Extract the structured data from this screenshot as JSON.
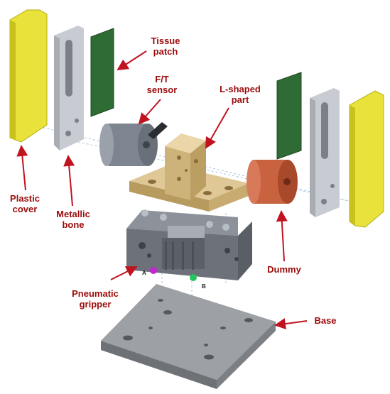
{
  "figure": {
    "labels": {
      "tissue_patch": [
        "Tissue",
        "patch"
      ],
      "ft_sensor": [
        "F/T",
        "sensor"
      ],
      "l_shaped_part": [
        "L-shaped",
        "part"
      ],
      "plastic_cover": [
        "Plastic",
        "cover"
      ],
      "metallic_bone": [
        "Metallic",
        "bone"
      ],
      "dummy": [
        "Dummy"
      ],
      "pneumatic_gripper": [
        "Pneumatic",
        "gripper"
      ],
      "base": [
        "Base"
      ]
    },
    "port_markings": {
      "left": "A",
      "right": "B"
    },
    "colors": {
      "label_text": "#9c0b0b",
      "arrow": "#c1121f",
      "plastic_cover": "#e8e23a",
      "metallic_bone": "#c8ccd2",
      "tissue_patch": "#2f6b34",
      "ft_sensor": "#7d8590",
      "l_shaped_part": "#d9c08a",
      "dummy": "#c8623f",
      "gripper": "#6f7480",
      "base": "#8e9296",
      "port_a": "#c026d3",
      "port_b": "#22c55e"
    }
  }
}
